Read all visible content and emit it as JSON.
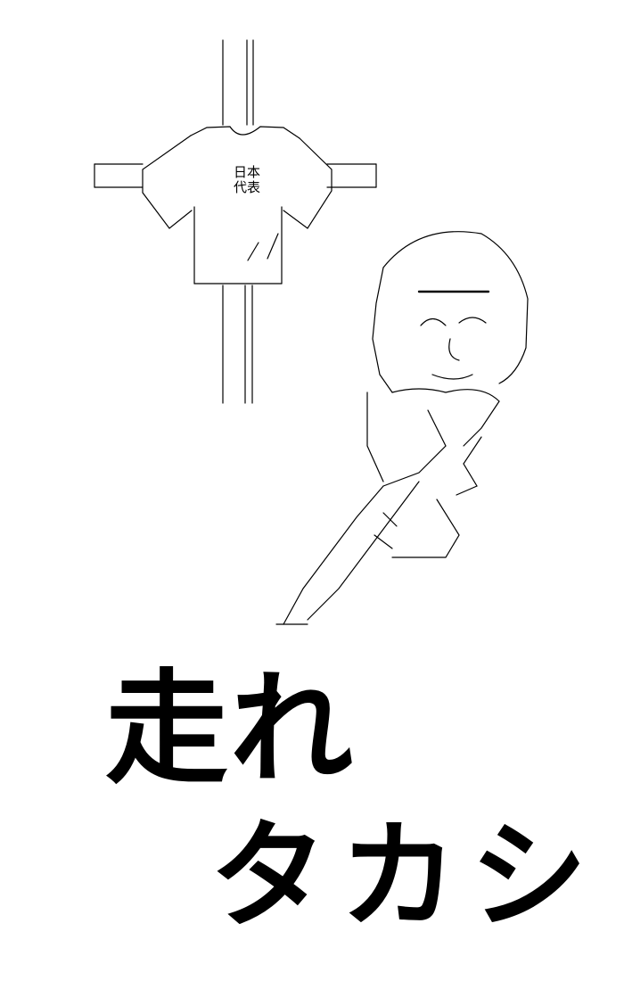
{
  "shirt_text": {
    "line1": "日本",
    "line2": "代表"
  },
  "title": {
    "line1": "走れ",
    "line2": "タカシ"
  }
}
